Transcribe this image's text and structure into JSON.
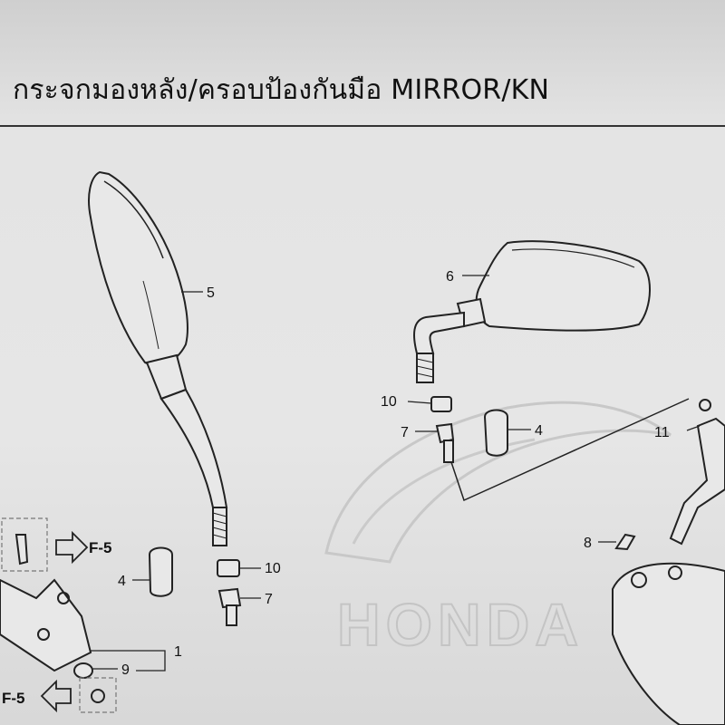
{
  "diagram": {
    "title": "กระจกมองหลัง/ครอบป้องกันมือ  MIRROR/KN",
    "callouts": {
      "c1": "1",
      "c4_left": "4",
      "c4_right": "4",
      "c5": "5",
      "c6": "6",
      "c7_left": "7",
      "c7_right": "7",
      "c8": "8",
      "c9": "9",
      "c10_left": "10",
      "c10_right": "10",
      "c11": "11"
    },
    "refs": {
      "f5_upper": "F-5",
      "f5_lower": "F-5"
    },
    "watermark": "HONDA",
    "colors": {
      "line": "#222222",
      "fill": "#e8e8e8",
      "watermark": "#c4c4c4"
    }
  }
}
